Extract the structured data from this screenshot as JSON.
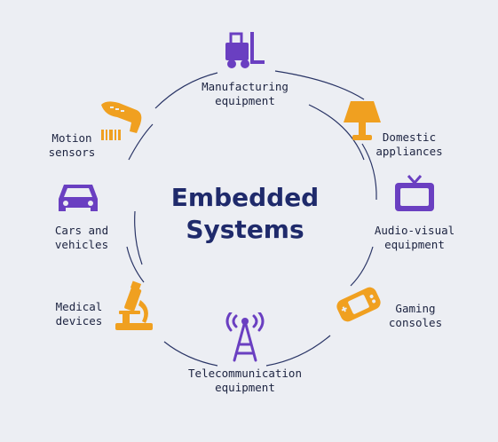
{
  "title": {
    "line1": "Embedded",
    "line2": "Systems"
  },
  "nodes": [
    {
      "icon": "forklift-icon",
      "line1": "Manufacturing",
      "line2": "equipment"
    },
    {
      "icon": "lamp-icon",
      "line1": "Domestic",
      "line2": "appliances"
    },
    {
      "icon": "tv-icon",
      "line1": "Audio-visual",
      "line2": "equipment"
    },
    {
      "icon": "gamepad-icon",
      "line1": "Gaming",
      "line2": "consoles"
    },
    {
      "icon": "antenna-tower-icon",
      "line1": "Telecommunication",
      "line2": "equipment"
    },
    {
      "icon": "microscope-icon",
      "line1": "Medical",
      "line2": "devices"
    },
    {
      "icon": "car-icon",
      "line1": "Cars and",
      "line2": "vehicles"
    },
    {
      "icon": "barcode-scanner-icon",
      "line1": "Motion",
      "line2": "sensors"
    }
  ],
  "colors": {
    "purple": "#6a3fc1",
    "orange": "#f0a020",
    "navy": "#1f2a6b",
    "ring": "#2a3566"
  }
}
